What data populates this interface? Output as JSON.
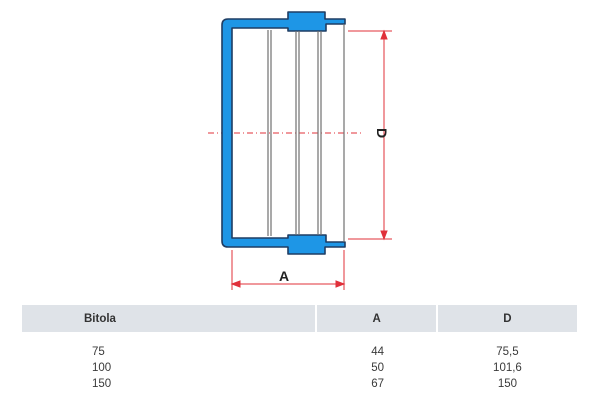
{
  "diagram": {
    "dimension_a_label": "A",
    "dimension_d_label": "D",
    "colors": {
      "outline": "#1f3d63",
      "wall_fill": "#1e96e6",
      "dimension": "#e0303a",
      "inner_lines": "#707070"
    }
  },
  "table": {
    "headers": {
      "bitola": "Bitola",
      "a": "A",
      "d": "D"
    },
    "rows": [
      {
        "bitola": "75",
        "a": "44",
        "d": "75,5"
      },
      {
        "bitola": "100",
        "a": "50",
        "d": "101,6"
      },
      {
        "bitola": "150",
        "a": "67",
        "d": "150"
      }
    ]
  }
}
